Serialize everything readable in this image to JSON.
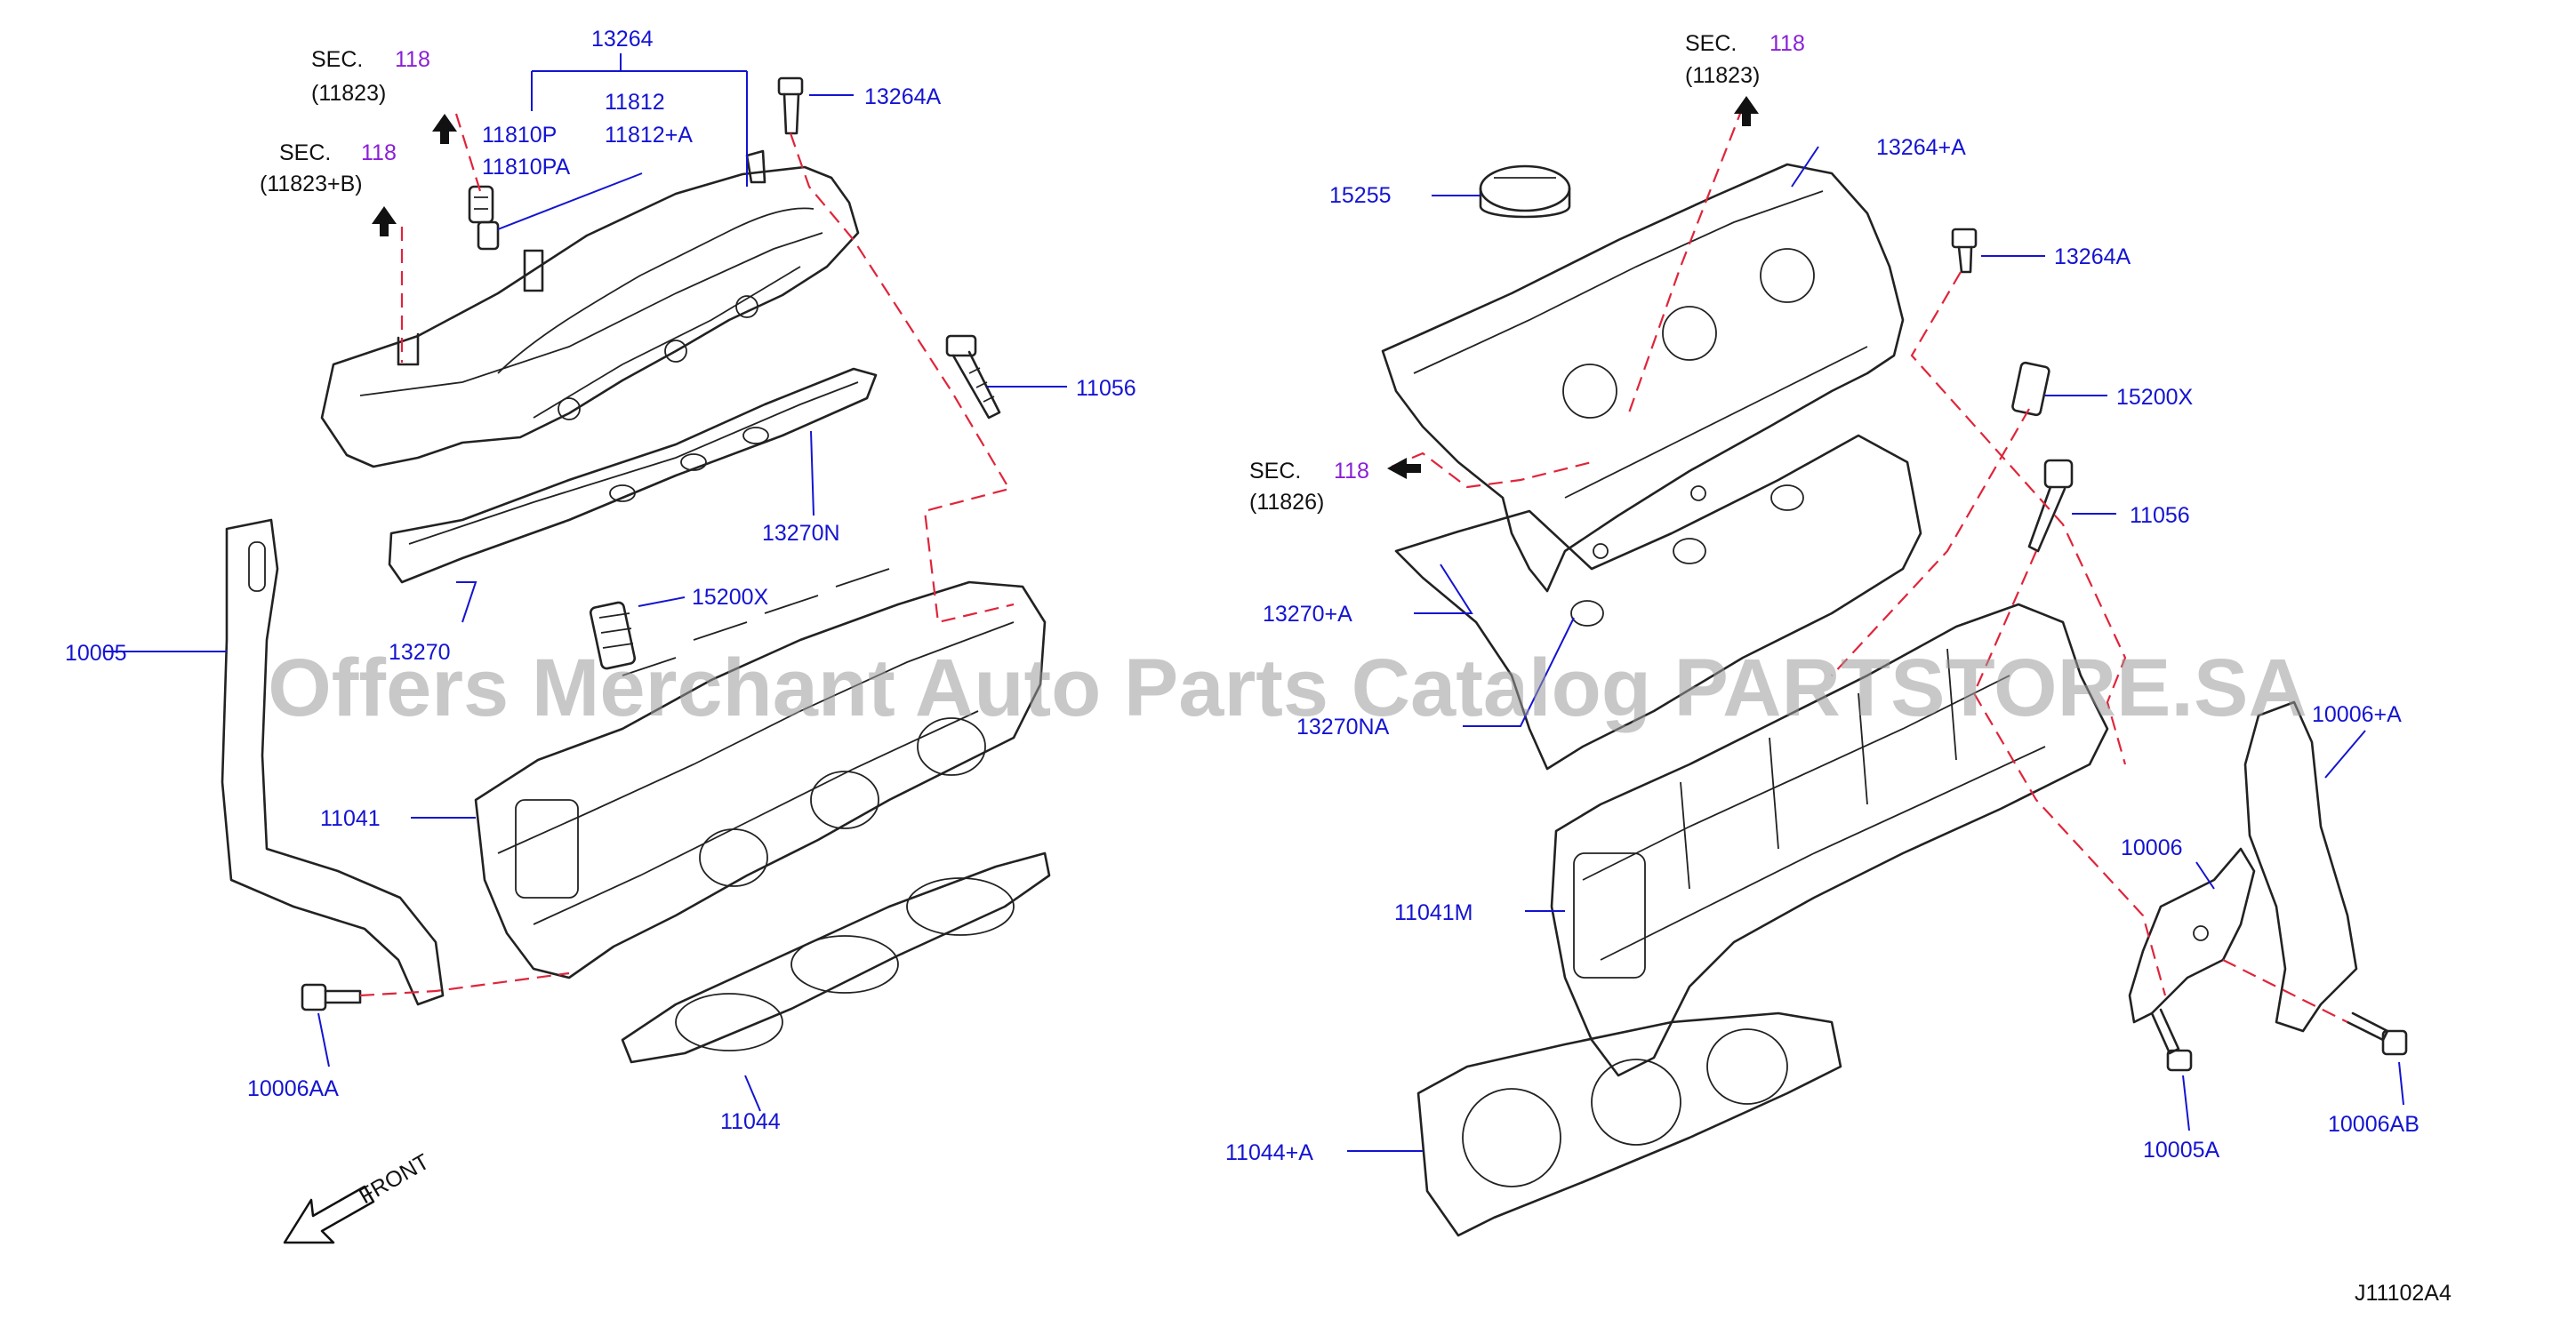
{
  "diagram_code": "J11102A4",
  "watermark": "Offers Merchant Auto Parts Catalog PARTSTORE.SA",
  "front_label": "FRONT",
  "sec_refs": [
    {
      "id": "sec_l_top",
      "prefix": "SEC.",
      "num": "118",
      "ref": "(11823)"
    },
    {
      "id": "sec_l_b",
      "prefix": "SEC.",
      "num": "118",
      "ref": "(11823+B)"
    },
    {
      "id": "sec_r_top",
      "prefix": "SEC.",
      "num": "118",
      "ref": "(11823)"
    },
    {
      "id": "sec_r_mid",
      "prefix": "SEC.",
      "num": "118",
      "ref": "(11826)"
    }
  ],
  "callouts_left": {
    "p13264": "13264",
    "p11812": "11812",
    "p11810P": "11810P",
    "p11812A": "11812+A",
    "p11810PA": "11810PA",
    "p13264A": "13264A",
    "p11056": "11056",
    "p13270N": "13270N",
    "p13270": "13270",
    "p15200X": "15200X",
    "p10005": "10005",
    "p11041": "11041",
    "p10006AA": "10006AA",
    "p11044": "11044"
  },
  "callouts_right": {
    "p13264_A": "13264+A",
    "p15255": "15255",
    "p13264A": "13264A",
    "p15200X": "15200X",
    "p11056": "11056",
    "p13270_A": "13270+A",
    "p13270NA": "13270NA",
    "p10006_A": "10006+A",
    "p10006": "10006",
    "p11041M": "11041M",
    "p11044_A": "11044+A",
    "p10005A": "10005A",
    "p10006AB": "10006AB"
  },
  "colors": {
    "part_number": "#1414d2",
    "section_number": "#8a1fd6",
    "dash_line": "#e0243a"
  }
}
